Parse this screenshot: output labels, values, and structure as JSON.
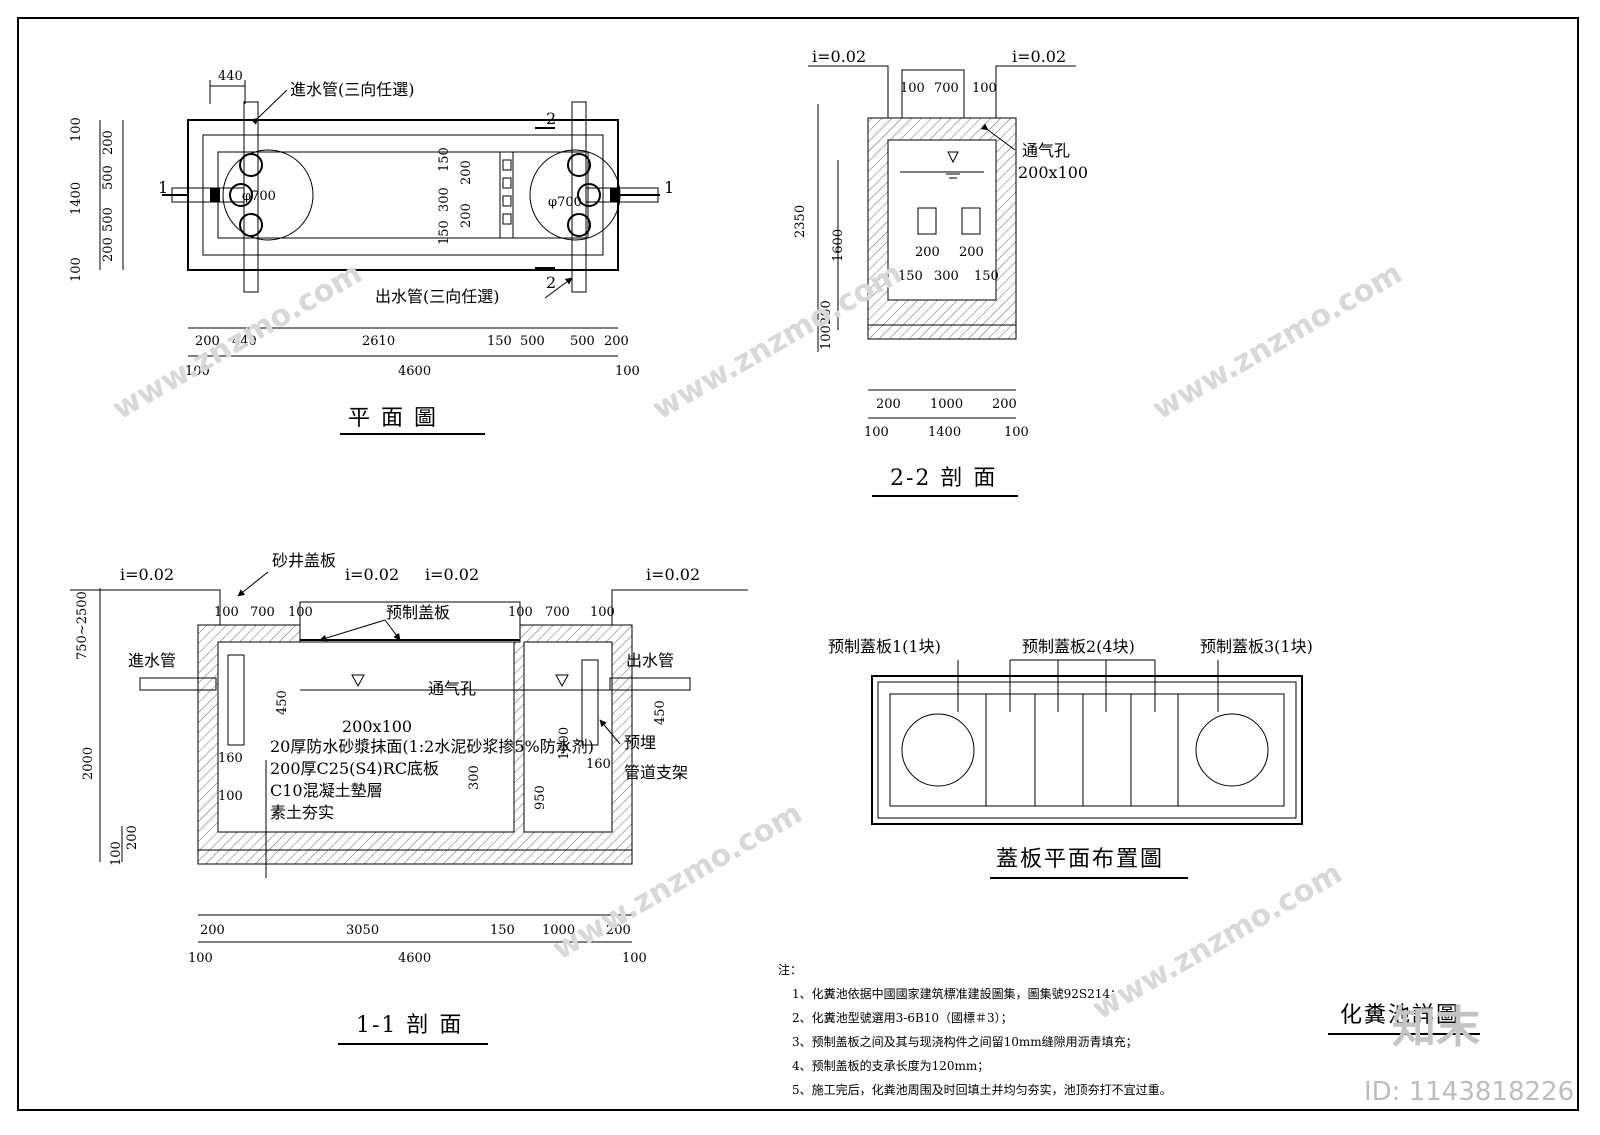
{
  "plan": {
    "title": "平 面 圖",
    "inlet_label": "進水管(三向任選)",
    "outlet_label": "出水管(三向任選)",
    "section_marks": [
      "1",
      "1",
      "2",
      "2"
    ],
    "phi1": "φ700",
    "phi2": "φ700",
    "top_dim": "440",
    "left_dims": [
      "100",
      "200",
      "500",
      "500",
      "200",
      "100"
    ],
    "left_total": "1400",
    "mid_dims": [
      "150",
      "300",
      "150",
      "200",
      "200"
    ],
    "bottom_dims": [
      "200",
      "440",
      "2610",
      "150",
      "500",
      "500",
      "200"
    ],
    "bottom_ends": [
      "100",
      "100"
    ],
    "bottom_total": "4600"
  },
  "sec22": {
    "title": "2-2 剖 面",
    "slope_l": "i=0.02",
    "slope_r": "i=0.02",
    "top_dims": [
      "100",
      "700",
      "100"
    ],
    "vent_label": "通气孔",
    "vent_size": "200x100",
    "inner_dims": [
      "200",
      "200",
      "150",
      "300",
      "150"
    ],
    "left_total": "2350",
    "left_mid": "1600",
    "left_bot": [
      "200",
      "100"
    ],
    "bottom_dims": [
      "200",
      "1000",
      "200"
    ],
    "bottom_ends": [
      "100",
      "100"
    ],
    "bottom_total": "1400"
  },
  "sec11": {
    "title": "1-1 剖 面",
    "slopes": [
      "i=0.02",
      "i=0.02",
      "i=0.02",
      "i=0.02"
    ],
    "cover_label": "砂井盖板",
    "precast_label": "预制盖板",
    "inlet": "進水管",
    "outlet": "出水管",
    "vent": "通气孔",
    "vent_size": "200x100",
    "layers": [
      "20厚防水砂漿抹面(1:2水泥砂浆掺5%防水剂)",
      "200厚C25(S4)RC底板",
      "C10混凝土墊層",
      "素土夯实"
    ],
    "embed": "预埋",
    "support": "管道支架",
    "top_dims": [
      "100",
      "700",
      "100",
      "100",
      "700",
      "100"
    ],
    "left_dims": [
      "750~2500",
      "2000",
      "200",
      "100"
    ],
    "inner_dims": [
      "450",
      "160",
      "100",
      "300",
      "450",
      "160",
      "950",
      "1600"
    ],
    "bottom_dims": [
      "200",
      "3050",
      "150",
      "1000",
      "200"
    ],
    "bottom_ends": [
      "100",
      "100"
    ],
    "bottom_total": "4600"
  },
  "coverplan": {
    "title": "蓋板平面布置圖",
    "labels": [
      "预制蓋板1(1块)",
      "预制蓋板2(4块)",
      "预制蓋板3(1块)"
    ]
  },
  "notes": {
    "heading": "注：",
    "items": [
      "1、化糞池依据中國國家建筑標准建設圖集，圖集號92S214；",
      "2、化糞池型號選用3-6B10（國標＃3）；",
      "3、预制盖板之间及其与现浇构件之间留10mm缝隙用沥青填充；",
      "4、预制盖板的支承长度为120mm；",
      "5、施工完后，化粪池周围及时回填土并均匀夯实，池顶夯打不宜过重。"
    ]
  },
  "sheet_title": "化糞池詳圖",
  "watermark": {
    "site": "www.znzmo.com",
    "brand": "知末",
    "id_text": "ID: 1143818226"
  }
}
